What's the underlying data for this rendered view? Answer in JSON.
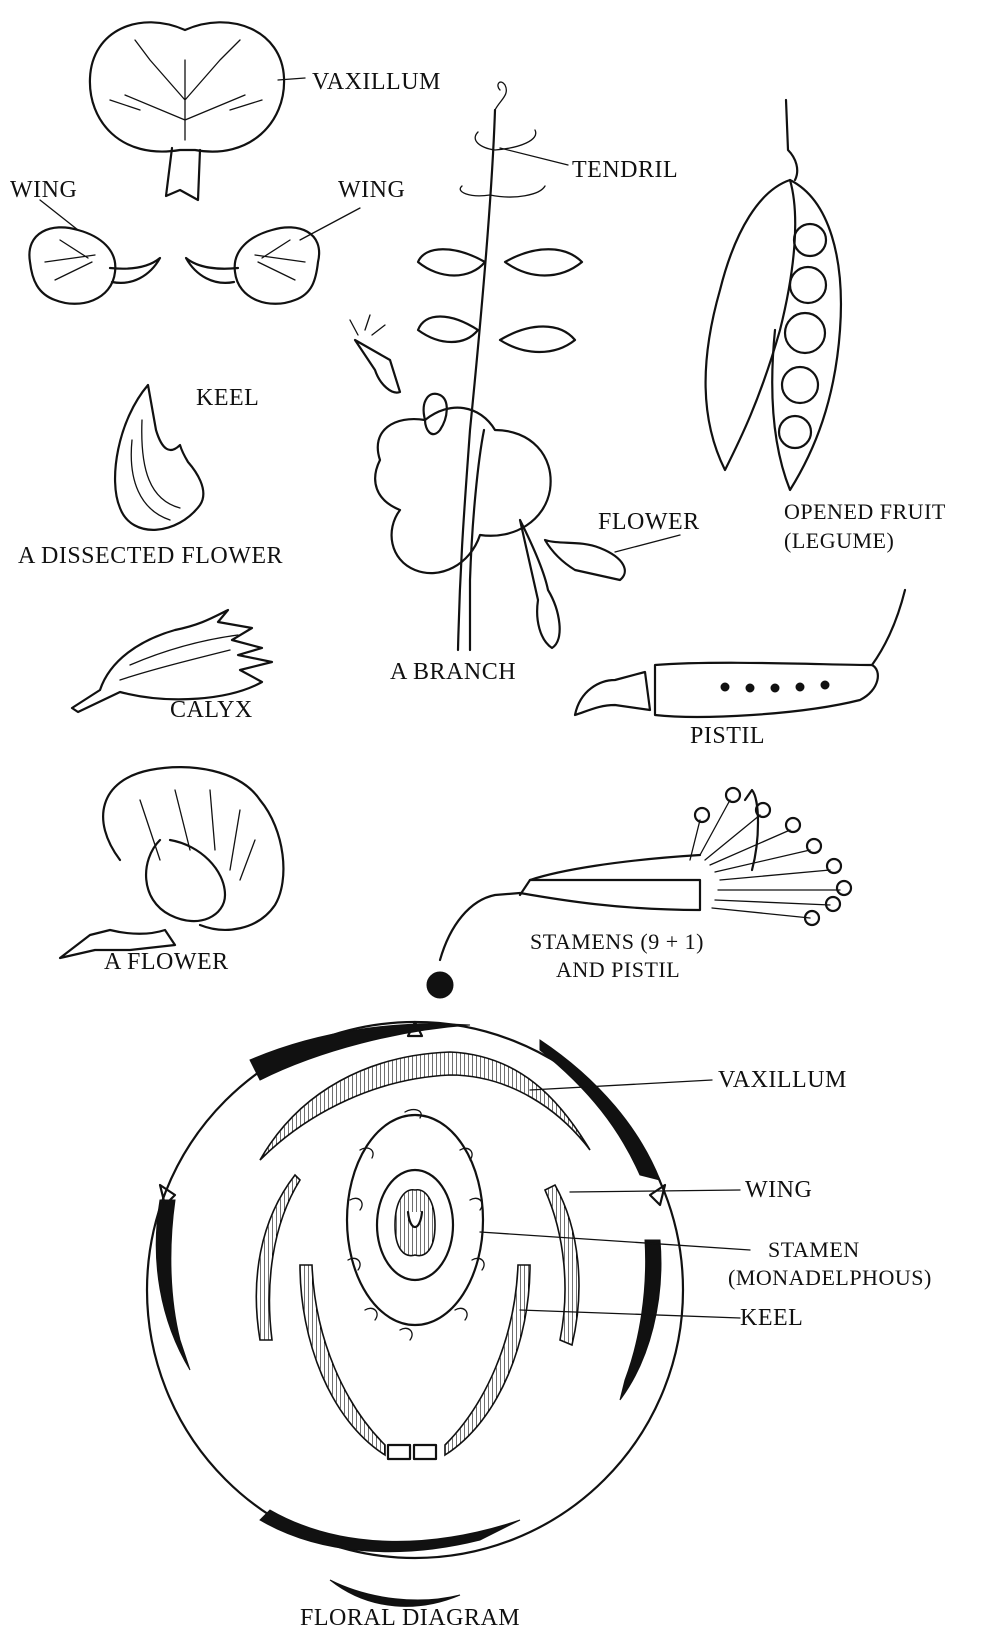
{
  "labels": {
    "vaxillum_top": "VAXILLUM",
    "wing_left": "WING",
    "wing_right": "WING",
    "tendril": "TENDRIL",
    "keel_top": "KEEL",
    "dissected_flower": "A DISSECTED FLOWER",
    "flower_branch": "FLOWER",
    "opened_fruit_1": "OPENED FRUIT",
    "opened_fruit_2": "(LEGUME)",
    "calyx": "CALYX",
    "a_branch": "A BRANCH",
    "pistil": "PISTIL",
    "a_flower": "A FLOWER",
    "stamens_1": "STAMENS (9 + 1)",
    "stamens_2": "AND PISTIL",
    "fd_vaxillum": "VAXILLUM",
    "fd_wing": "WING",
    "fd_stamen_1": "STAMEN",
    "fd_stamen_2": "(MONADELPHOUS)",
    "fd_keel": "KEEL",
    "floral_diagram": "FLORAL DIAGRAM"
  }
}
